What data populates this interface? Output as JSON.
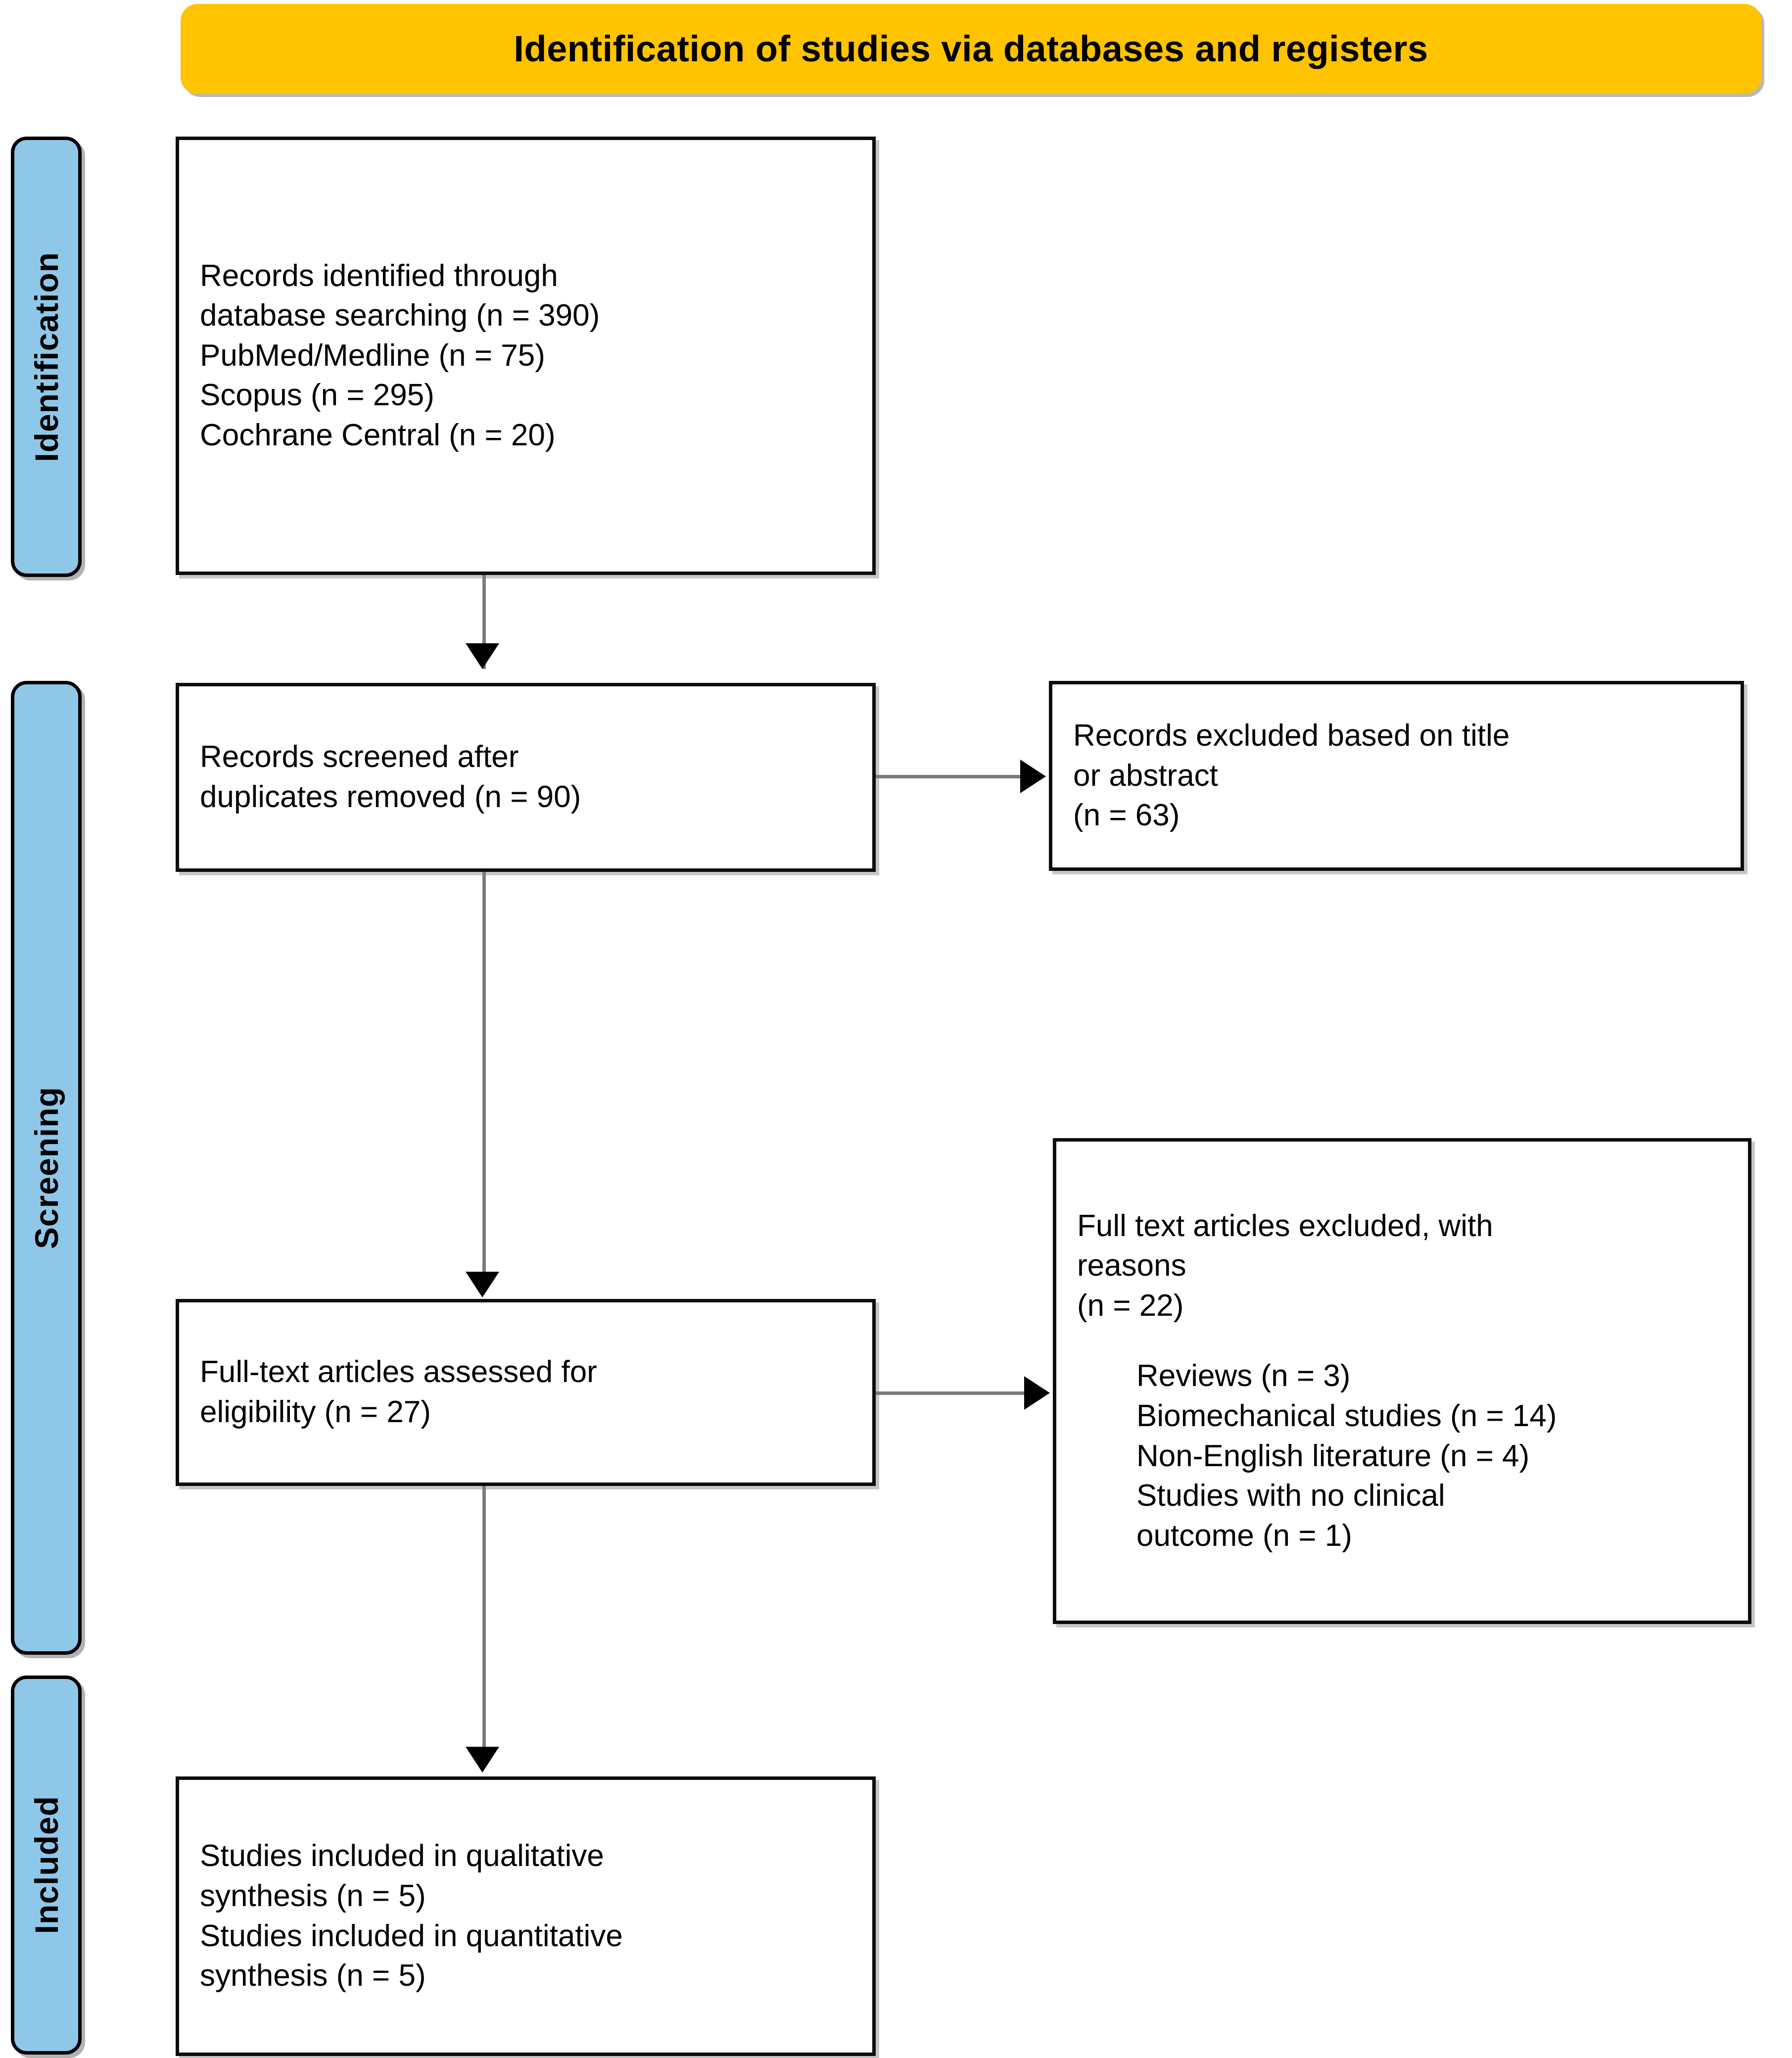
{
  "banner": {
    "title": "Identification of studies via databases and registers",
    "background_color": "#FFC300",
    "text_color": "#000000"
  },
  "stages": [
    {
      "id": "identification",
      "label": "Identification"
    },
    {
      "id": "screening",
      "label": "Screening"
    },
    {
      "id": "included",
      "label": "Included"
    }
  ],
  "stage_style": {
    "background_color": "#8FC7E8",
    "border_color": "#000000"
  },
  "boxes": {
    "identified": {
      "lines": [
        "Records identified through",
        "database searching (n = 390)",
        "PubMed/Medline (n = 75)",
        "Scopus (n = 295)",
        "Cochrane Central (n = 20)"
      ]
    },
    "screened": {
      "lines": [
        "Records screened after",
        "duplicates removed (n = 90)"
      ]
    },
    "excluded_title_abstract": {
      "lines": [
        "Records excluded based on title",
        "or abstract",
        "(n = 63)"
      ]
    },
    "fulltext_assessed": {
      "lines": [
        "Full-text articles assessed for",
        "eligibility (n = 27)"
      ]
    },
    "excluded_fulltext": {
      "lines": [
        "Full text articles excluded, with",
        "reasons",
        "(n = 22)"
      ],
      "reasons": [
        "Reviews (n = 3)",
        "Biomechanical studies (n = 14)",
        "Non-English literature (n = 4)",
        "Studies with no clinical",
        "outcome (n = 1)"
      ]
    },
    "included": {
      "lines": [
        "Studies included in qualitative",
        "synthesis (n = 5)",
        "Studies included in quantitative",
        "synthesis (n = 5)"
      ]
    }
  },
  "chart_data": {
    "type": "diagram",
    "title": "Identification of studies via databases and registers",
    "diagram_kind": "PRISMA flow diagram",
    "nodes": [
      {
        "id": "identified",
        "stage": "Identification",
        "label": "Records identified through database searching",
        "n": 390,
        "sources": [
          {
            "name": "PubMed/Medline",
            "n": 75
          },
          {
            "name": "Scopus",
            "n": 295
          },
          {
            "name": "Cochrane Central",
            "n": 20
          }
        ]
      },
      {
        "id": "screened",
        "stage": "Screening",
        "label": "Records screened after duplicates removed",
        "n": 90
      },
      {
        "id": "excluded_title_abstract",
        "stage": "Screening",
        "label": "Records excluded based on title or abstract",
        "n": 63
      },
      {
        "id": "fulltext_assessed",
        "stage": "Screening",
        "label": "Full-text articles assessed for eligibility",
        "n": 27
      },
      {
        "id": "excluded_fulltext",
        "stage": "Screening",
        "label": "Full text articles excluded, with reasons",
        "n": 22,
        "reasons": [
          {
            "name": "Reviews",
            "n": 3
          },
          {
            "name": "Biomechanical studies",
            "n": 14
          },
          {
            "name": "Non-English literature",
            "n": 4
          },
          {
            "name": "Studies with no clinical outcome",
            "n": 1
          }
        ]
      },
      {
        "id": "included_qualitative",
        "stage": "Included",
        "label": "Studies included in qualitative synthesis",
        "n": 5
      },
      {
        "id": "included_quantitative",
        "stage": "Included",
        "label": "Studies included in quantitative synthesis",
        "n": 5
      }
    ],
    "edges": [
      {
        "from": "identified",
        "to": "screened",
        "direction": "down"
      },
      {
        "from": "screened",
        "to": "excluded_title_abstract",
        "direction": "right"
      },
      {
        "from": "screened",
        "to": "fulltext_assessed",
        "direction": "down"
      },
      {
        "from": "fulltext_assessed",
        "to": "excluded_fulltext",
        "direction": "right"
      },
      {
        "from": "fulltext_assessed",
        "to": "included_qualitative",
        "direction": "down"
      }
    ]
  }
}
